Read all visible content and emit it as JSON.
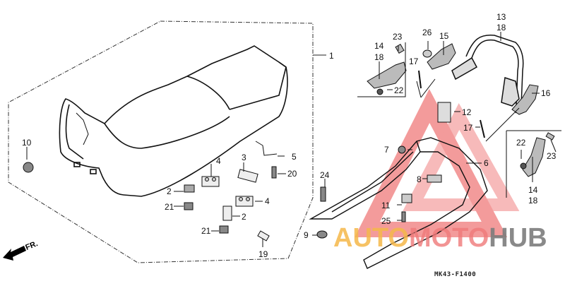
{
  "diagram": {
    "code": "MK43-F1400",
    "direction_label": "FR.",
    "watermark": {
      "part1": "AUTO",
      "part2": "MOTO",
      "part3": "HUB",
      "colors": {
        "auto": "#f5b84a",
        "moto": "#f07a7a",
        "hub": "#7d7d7d",
        "triangle": "#f07a7a"
      }
    },
    "callouts": {
      "c1": "1",
      "c2a": "2",
      "c2b": "2",
      "c3": "3",
      "c4a": "4",
      "c4b": "4",
      "c5": "5",
      "c6": "6",
      "c7": "7",
      "c8": "8",
      "c9": "9",
      "c10": "10",
      "c11": "11",
      "c12": "12",
      "c13": "13",
      "c13_18": "18",
      "c14a": "14",
      "c14a_18": "18",
      "c14b": "14",
      "c14b_18": "18",
      "c15": "15",
      "c16": "16",
      "c17a": "17",
      "c17b": "17",
      "c19": "19",
      "c20": "20",
      "c21a": "21",
      "c21b": "21",
      "c22a": "22",
      "c22b": "22",
      "c23a": "23",
      "c23b": "23",
      "c24": "24",
      "c25": "25",
      "c26": "26"
    }
  }
}
